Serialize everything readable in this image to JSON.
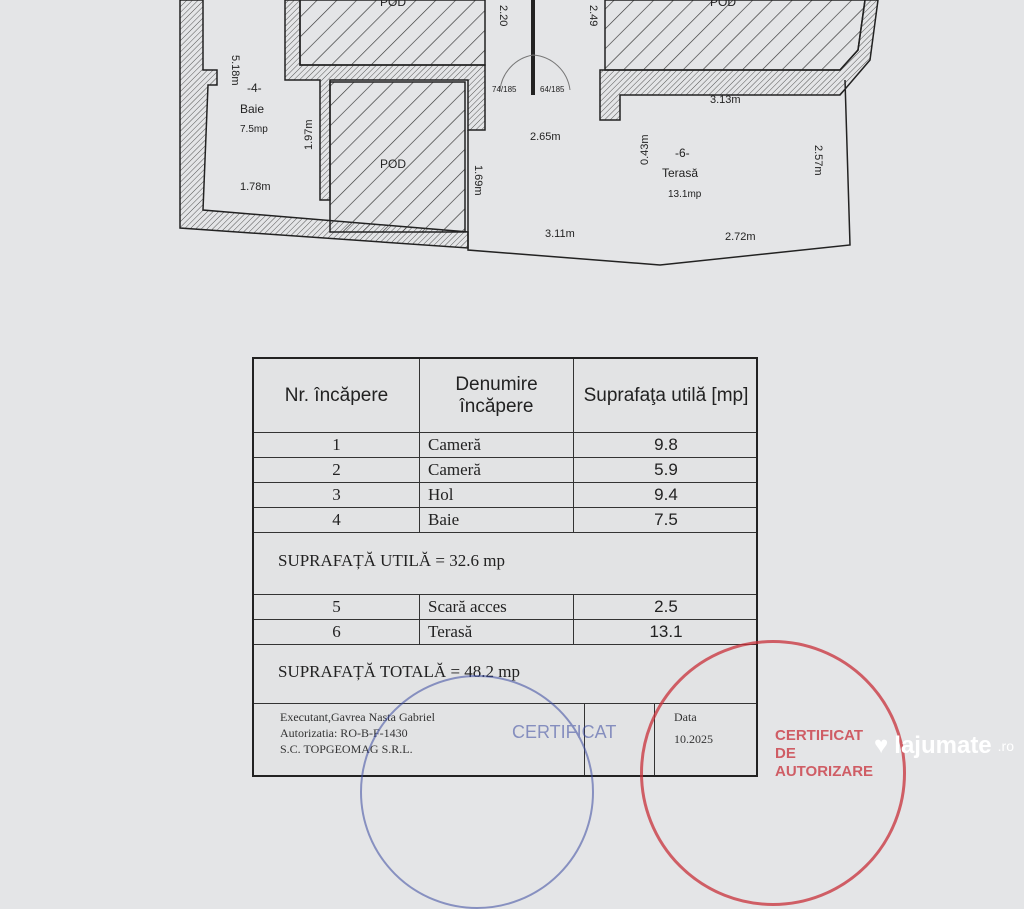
{
  "plan": {
    "labels": {
      "pod1": "POD",
      "pod2": "POD",
      "pod3": "POD",
      "baie_nr": "-4-",
      "baie": "Baie",
      "baie_area": "7.5mp",
      "terasa_nr": "-6-",
      "terasa": "Terasă",
      "terasa_area": "13.1mp"
    },
    "dims": {
      "d518": "5.18m",
      "d220": "2.20",
      "d249": "2.49",
      "d197": "1.97m",
      "d178": "1.78m",
      "d265": "2.65m",
      "d313": "3.13m",
      "d043": "0.43m",
      "d169": "1.69m",
      "d257": "2.57m",
      "d311": "3.11m",
      "d272": "2.72m",
      "door1": "74/185",
      "door2": "64/185"
    }
  },
  "table": {
    "headers": [
      "Nr. încăpere",
      "Denumire încăpere",
      "Suprafaţa utilă [mp]"
    ],
    "rows1": [
      [
        "1",
        "Cameră",
        "9.8"
      ],
      [
        "2",
        "Cameră",
        "5.9"
      ],
      [
        "3",
        "Hol",
        "9.4"
      ],
      [
        "4",
        "Baie",
        "7.5"
      ]
    ],
    "subtotal": "SUPRAFAȚĂ UTILĂ = 32.6 mp",
    "rows2": [
      [
        "5",
        "Scară acces",
        "2.5"
      ],
      [
        "6",
        "Terasă",
        "13.1"
      ]
    ],
    "total": "SUPRAFAȚĂ TOTALĂ = 48.2 mp",
    "footer": {
      "line1": "Executant,Gavrea Nasta Gabriel",
      "line2": "Autorizatia: RO-B-F-1430",
      "line3": "S.C. TOPGEOMAG S.R.L.",
      "date_label": "Data",
      "date": "10.2025"
    }
  },
  "stamps": {
    "red_text": "CERTIFICAT DE AUTORIZARE",
    "blue_text": "CERTIFICAT"
  },
  "watermark": {
    "brand": "lajumate",
    "tld": ".ro"
  },
  "colors": {
    "paper": "#e4e5e7",
    "ink": "#222222",
    "stamp_red": "#c8303a",
    "stamp_blue": "#3a4aa0"
  }
}
